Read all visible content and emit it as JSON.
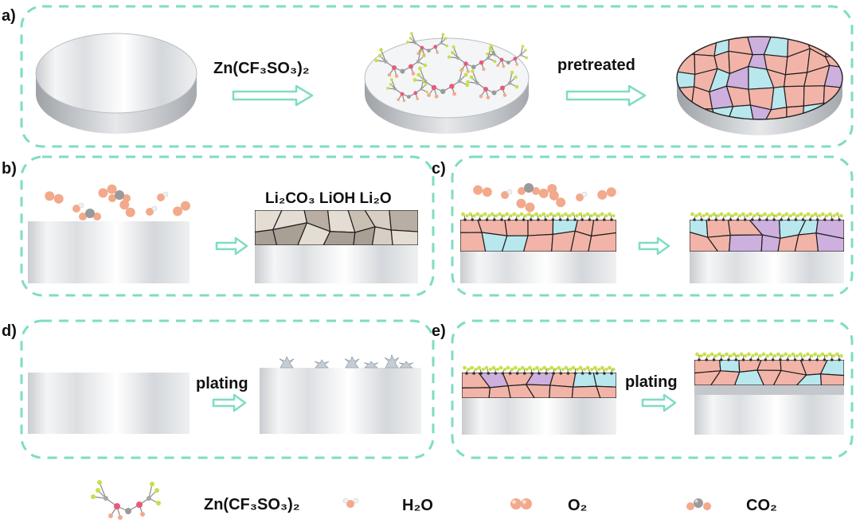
{
  "panels": {
    "a": {
      "letter": "a)",
      "step1": "Zn(CF₃SO₃)₂",
      "step2": "pretreated"
    },
    "b": {
      "letter": "b)",
      "products": "Li₂CO₃ LiOH Li₂O"
    },
    "c": {
      "letter": "c)"
    },
    "d": {
      "letter": "d)",
      "step": "plating"
    },
    "e": {
      "letter": "e)",
      "step": "plating"
    }
  },
  "legend": {
    "zn_label": "Zn(CF₃SO₃)₂",
    "h2o_label": "H₂O",
    "o2_label": "O₂",
    "co2_label": "CO₂"
  },
  "colors": {
    "frame": "#7fdcc4",
    "arrow": "#7fdcc4",
    "grain_pink": "#f2b4a8",
    "grain_purple": "#cdb0de",
    "grain_cyan": "#b9e7ee",
    "o2": "#f3a98b",
    "co2_c": "#9a9a9a",
    "sei_green": "#c9e04e"
  }
}
